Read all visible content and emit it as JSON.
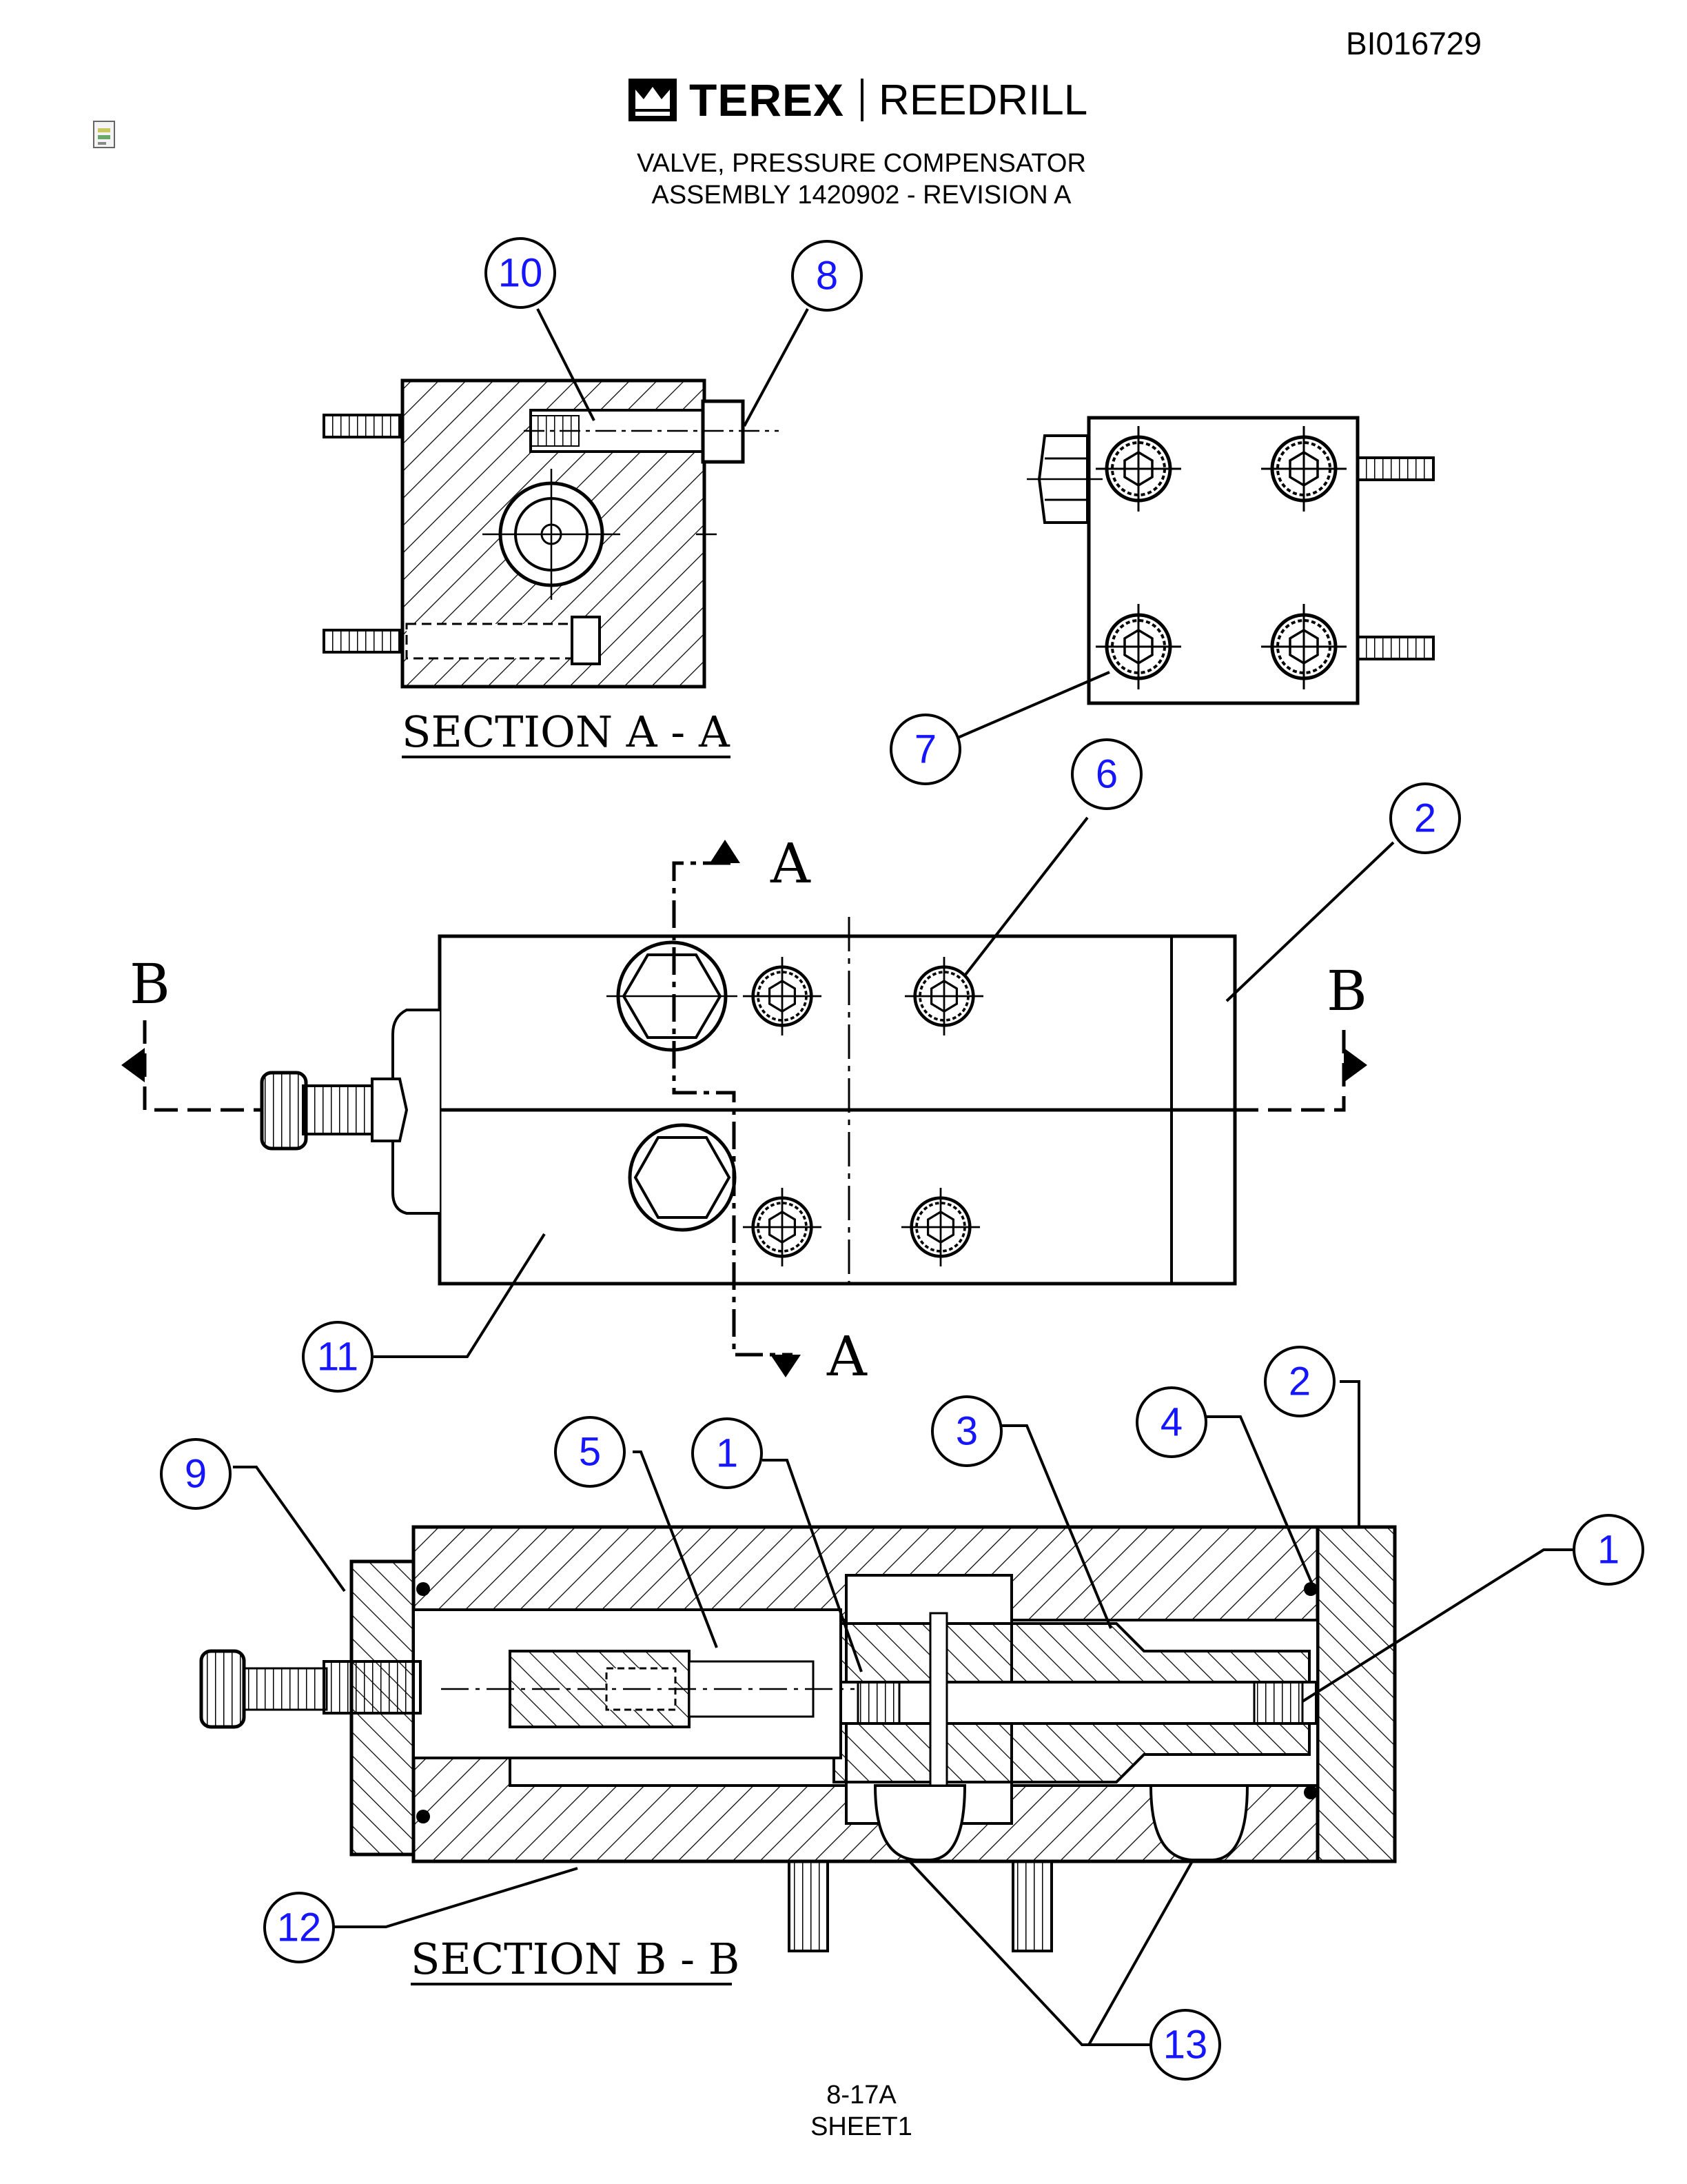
{
  "document_id": "BI016729",
  "brand": {
    "name": "TEREX",
    "division": "REEDRILL"
  },
  "title_lines": [
    "VALVE, PRESSURE COMPENSATOR",
    "ASSEMBLY 1420902 - REVISION A"
  ],
  "views": {
    "section_a": "SECTION A - A",
    "section_b": "SECTION B - B"
  },
  "cut_markers": {
    "a_top": "A",
    "a_bottom": "A",
    "b_left": "B",
    "b_right": "B"
  },
  "callouts": [
    "10",
    "8",
    "7",
    "6",
    "2",
    "11",
    "9",
    "5",
    "1",
    "3",
    "4",
    "2",
    "1",
    "12",
    "13"
  ],
  "footer_lines": [
    "8-17A",
    "SHEET1"
  ],
  "colors": {
    "balloon": "#1515ff",
    "line": "#000000"
  }
}
